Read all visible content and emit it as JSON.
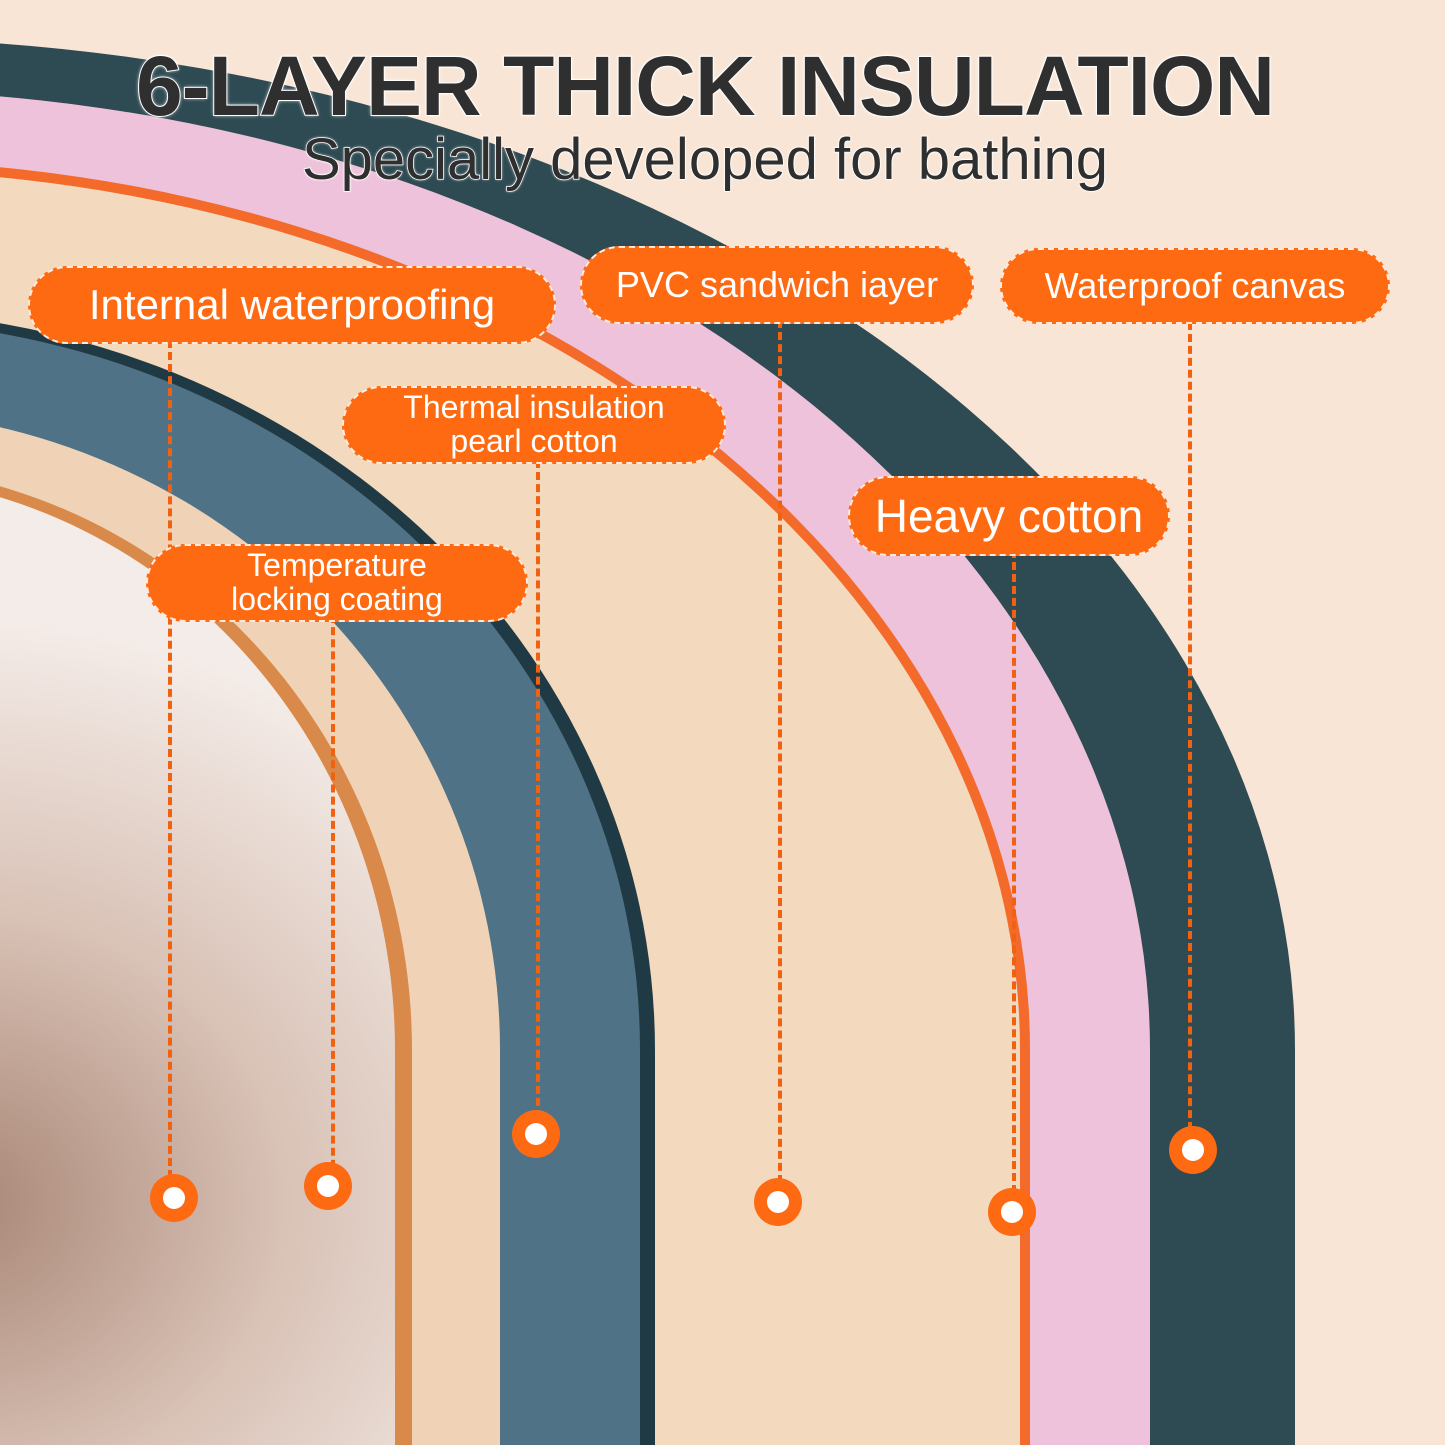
{
  "header": {
    "title": "6-LAYER THICK INSULATION",
    "subtitle": "Specially developed for bathing"
  },
  "labels": [
    {
      "id": "internal-waterproofing",
      "text": "Internal waterproofing"
    },
    {
      "id": "pvc-sandwich-layer",
      "text": "PVC sandwich iayer"
    },
    {
      "id": "waterproof-canvas",
      "text": "Waterproof canvas"
    },
    {
      "id": "thermal-insulation",
      "line1": "Thermal insulation",
      "line2": "pearl cotton"
    },
    {
      "id": "heavy-cotton",
      "text": "Heavy cotton"
    },
    {
      "id": "temperature-locking",
      "line1": "Temperature",
      "line2": "locking coating"
    }
  ],
  "colors": {
    "accent": "#fd6a12",
    "background": "#f8e5d5",
    "outer_layer": "#2e4a52",
    "pink_layer": "#efc4dc",
    "blue_layer": "#4d6f84"
  }
}
